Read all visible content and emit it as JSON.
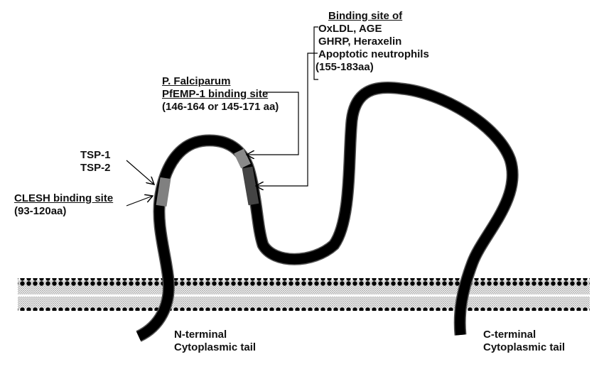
{
  "labels": {
    "binding_site_title": "Binding site of",
    "binding_items": [
      "OxLDL, AGE",
      "GHRP, Heraxelin",
      "Apoptotic neutrophils"
    ],
    "binding_range": "(155-183aa)",
    "pf_title": "P. Falciparum",
    "pf_sub": "PfEMP-1 binding site",
    "pf_range": "(146-164 or 145-171 aa)",
    "tsp1": "TSP-1",
    "tsp2": "TSP-2",
    "clesh_title": "CLESH binding site",
    "clesh_range": "(93-120aa)",
    "n_term_1": "N-terminal",
    "n_term_2": "Cytoplasmic tail",
    "c_term_1": "C-terminal",
    "c_term_2": "Cytoplasmic tail"
  },
  "colors": {
    "chain": "#000000",
    "clesh_segment": "#808080",
    "pf_segment": "#8a8a8a",
    "binding_segment": "#444444",
    "membrane": "#bbbbbb"
  }
}
